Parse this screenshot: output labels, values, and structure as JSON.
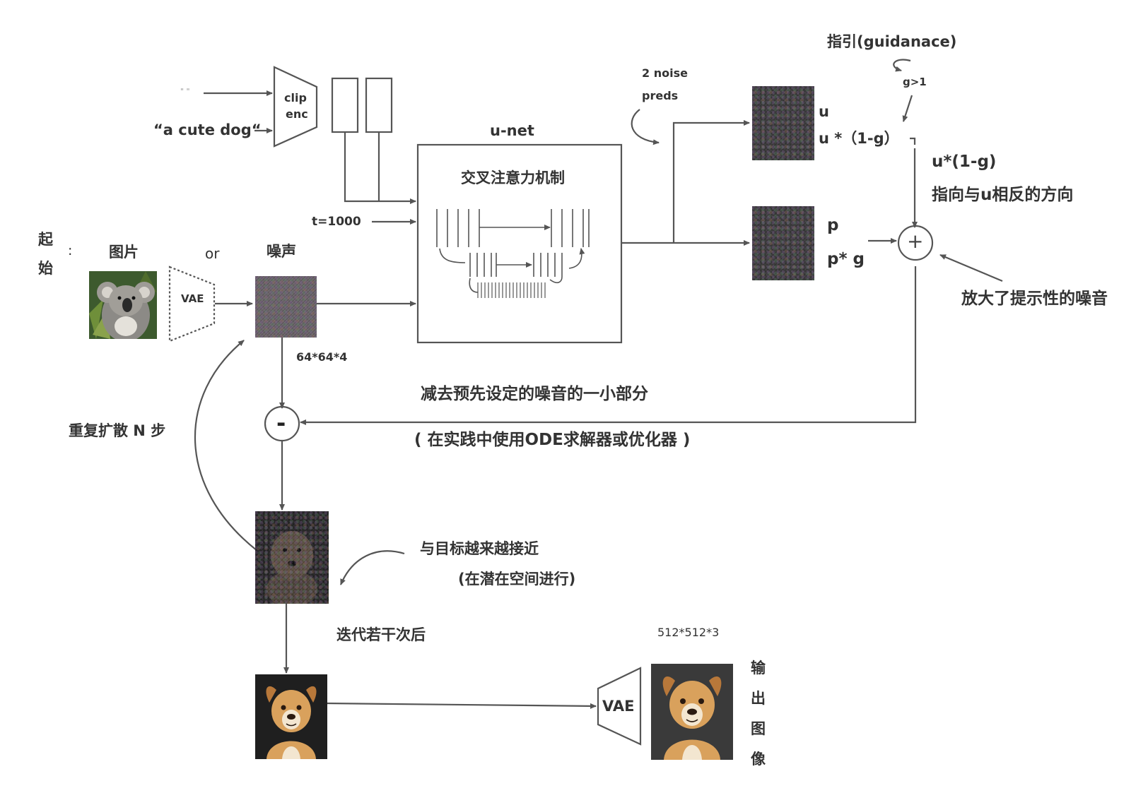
{
  "inputs": {
    "empty_prompt": "\" \"",
    "prompt": "“a cute dog“",
    "clip_encoder": [
      "clip",
      "enc"
    ],
    "timestep": "t=1000"
  },
  "start": {
    "label_chars": [
      "起",
      "始"
    ],
    "colon": ":",
    "image_label": "图片",
    "or_label": "or",
    "noise_label": "噪声",
    "vae_label": "VAE",
    "latent_size": "64*64*4"
  },
  "unet": {
    "title": "u-net",
    "cross_attention": "交叉注意力机制"
  },
  "noise_preds": {
    "label": [
      "2 noise",
      "preds"
    ],
    "u_label": "u",
    "u_scaled": "u *（1-g）",
    "p_label": "p",
    "p_scaled": "p* g"
  },
  "guidance": {
    "title": "指引(guidanace)",
    "g_condition": "g>1",
    "u_term": "u*(1-g)",
    "u_term_desc": "指向与u相反的方向",
    "plus": "+",
    "amplify_note": "放大了提示性的噪音"
  },
  "subtract": {
    "symbol": "-",
    "desc": "减去预先设定的噪音的一小部分",
    "desc_sub": "( 在实践中使用ODE求解器或优化器 )"
  },
  "loop": {
    "repeat": "重复扩散 N 步",
    "closer": "与目标越来越接近",
    "closer_sub": "(在潜在空间进行)",
    "after_iterations": "迭代若干次后"
  },
  "output": {
    "vae_label": "VAE",
    "size": "512*512*3",
    "label_chars": [
      "输",
      "出",
      "图",
      "像"
    ]
  }
}
